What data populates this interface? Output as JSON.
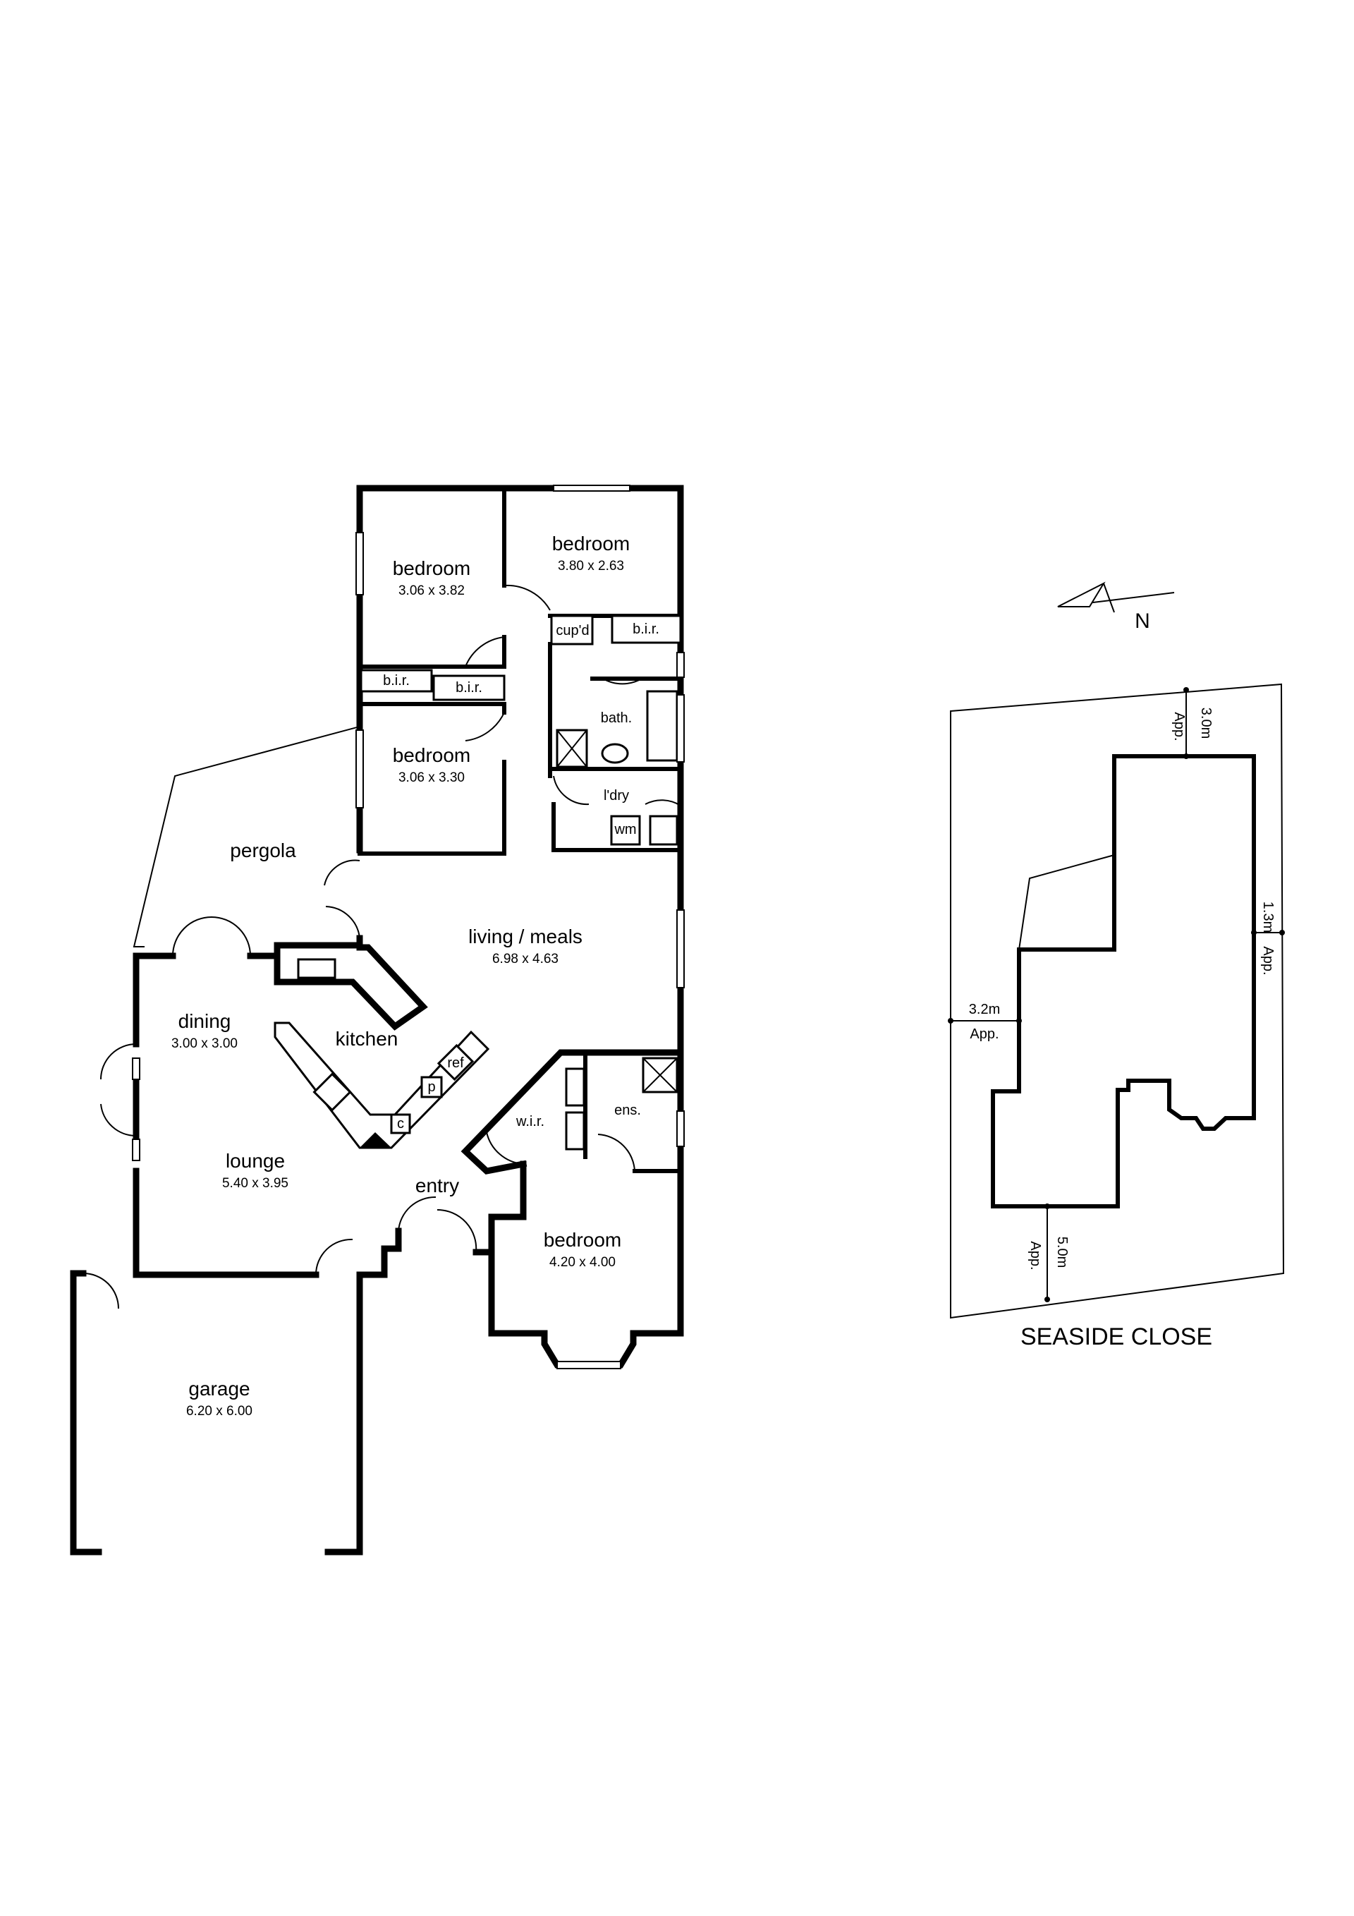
{
  "rooms": {
    "bedroom_2": {
      "name": "bedroom",
      "size": "3.80  x  2.63"
    },
    "bedroom_3": {
      "name": "bedroom",
      "size": "3.06  x  3.82"
    },
    "bedroom_4": {
      "name": "bedroom",
      "size": "3.06  x  3.30"
    },
    "living": {
      "name": "living / meals",
      "size": "6.98  x  4.63"
    },
    "dining": {
      "name": "dining",
      "size": "3.00  x  3.00"
    },
    "kitchen": {
      "name": "kitchen"
    },
    "lounge": {
      "name": "lounge",
      "size": "5.40  x  3.95"
    },
    "entry": {
      "name": "entry"
    },
    "bedroom_main": {
      "name": "bedroom",
      "size": "4.20  x  4.00"
    },
    "garage": {
      "name": "garage",
      "size": "6.20  x  6.00"
    },
    "pergola": {
      "name": "pergola"
    },
    "bath": {
      "name": "bath."
    },
    "laundry": {
      "name": "l'dry"
    },
    "ensuite": {
      "name": "ens."
    },
    "wir": {
      "name": "w.i.r."
    }
  },
  "fixtures": {
    "cupboard": "cup'd",
    "bir_a": "b.i.r.",
    "bir_b": "b.i.r.",
    "bir_c": "b.i.r.",
    "washing_machine": "wm",
    "fridge": "ref",
    "pantry": "p",
    "cooktop_c": "c"
  },
  "site_plan": {
    "north": "N",
    "street": "SEASIDE CLOSE",
    "setbacks": {
      "rear": {
        "value": "3.0m",
        "note": "App."
      },
      "side_right": {
        "value": "1.3m",
        "note": "App."
      },
      "side_left": {
        "value": "3.2m",
        "note": "App."
      },
      "front": {
        "value": "5.0m",
        "note": "App."
      }
    }
  }
}
